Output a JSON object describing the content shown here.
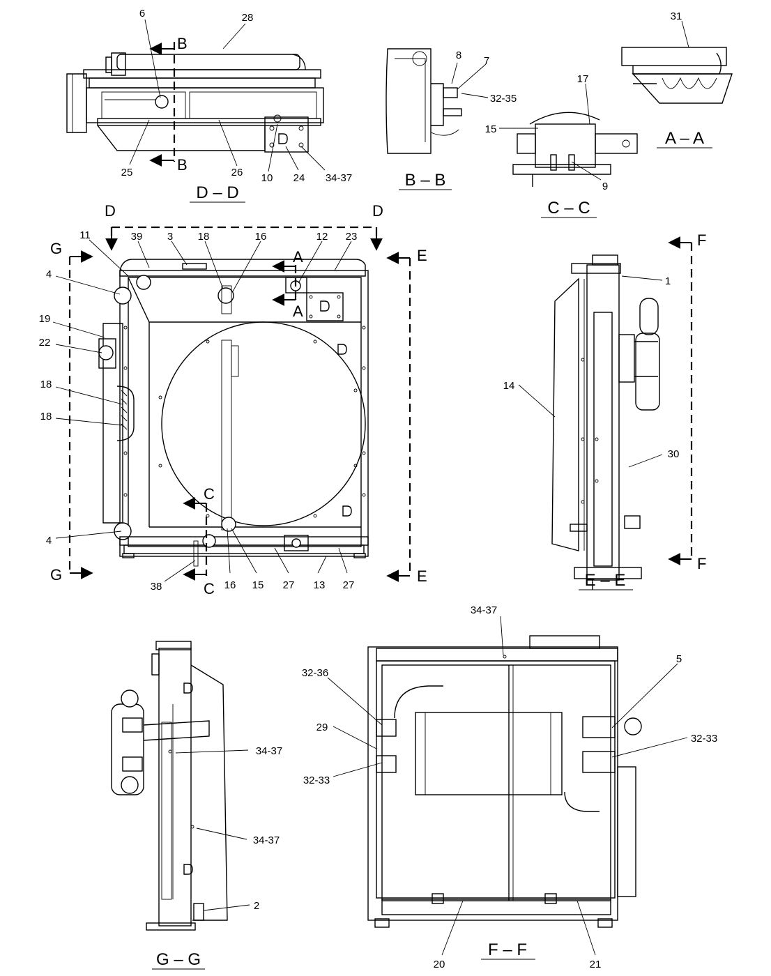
{
  "views": {
    "dd": "D – D",
    "bb": "B – B",
    "cc": "C – C",
    "aa": "A – A",
    "ee": "E – E",
    "gg": "G – G",
    "ff": "F – F"
  },
  "cut_letters": {
    "A": "A",
    "B": "B",
    "C": "C",
    "D": "D",
    "E": "E",
    "F": "F",
    "G": "G"
  },
  "callouts": {
    "c1": "1",
    "c2": "2",
    "c3": "3",
    "c4": "4",
    "c5": "5",
    "c6": "6",
    "c7": "7",
    "c8": "8",
    "c9": "9",
    "c10": "10",
    "c11": "11",
    "c12": "12",
    "c13": "13",
    "c14": "14",
    "c15": "15",
    "c16": "16",
    "c17": "17",
    "c18": "18",
    "c19": "19",
    "c20": "20",
    "c21": "21",
    "c22": "22",
    "c23": "23",
    "c24": "24",
    "c25": "25",
    "c26": "26",
    "c27": "27",
    "c28": "28",
    "c29": "29",
    "c30": "30",
    "c31": "31",
    "c38": "38",
    "c39": "39",
    "r3235": "32-35",
    "r3236": "32-36",
    "r3233": "32-33",
    "r3437": "34-37"
  }
}
